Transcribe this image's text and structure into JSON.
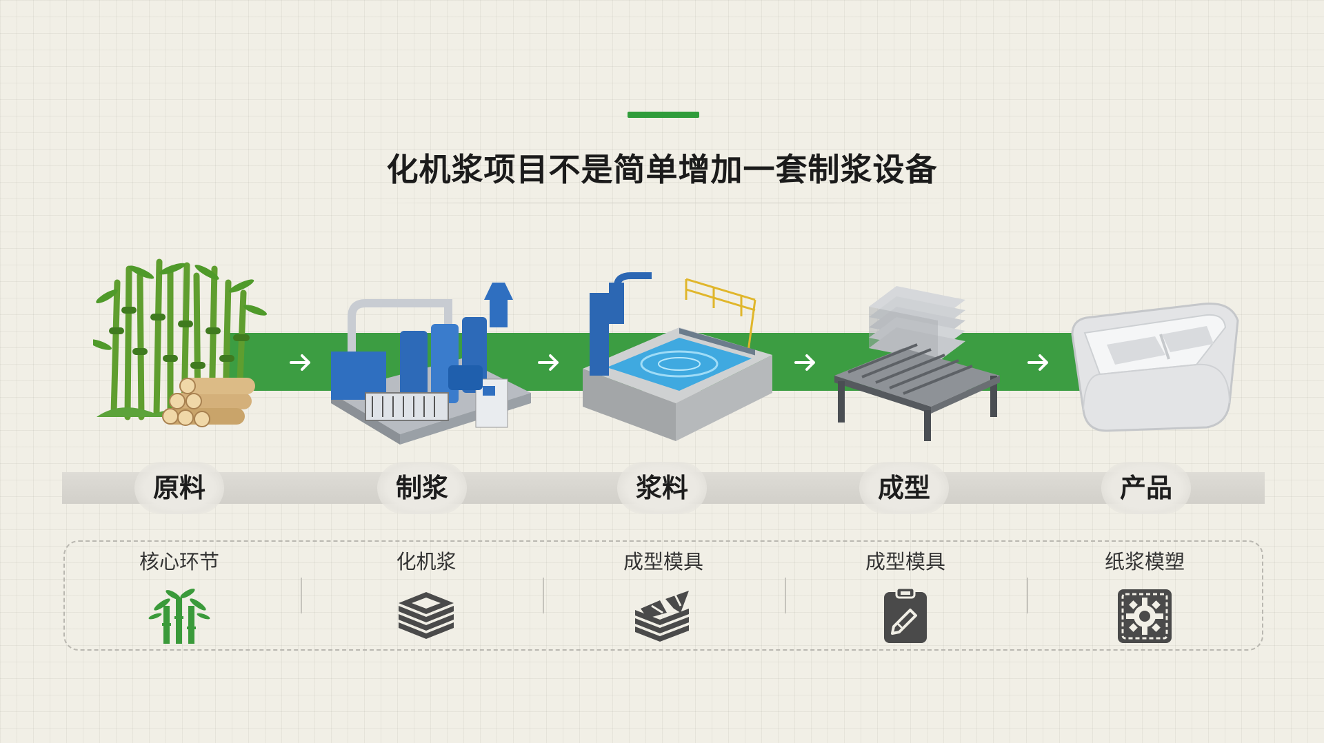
{
  "title": "化机浆项目不是简单增加一套制浆设备",
  "steps": [
    {
      "label": "原料",
      "image": "bamboo-logs"
    },
    {
      "label": "制浆",
      "image": "pulping-machine"
    },
    {
      "label": "浆料",
      "image": "pulp-pool"
    },
    {
      "label": "成型",
      "image": "forming-mold"
    },
    {
      "label": "产品",
      "image": "molded-tray"
    }
  ],
  "details": [
    {
      "text": "核心环节",
      "icon": "bamboo-icon"
    },
    {
      "text": "化机浆",
      "icon": "layers-icon"
    },
    {
      "text": "成型模具",
      "icon": "mold-layers-icon"
    },
    {
      "text": "成型模具",
      "icon": "clipboard-check-icon"
    },
    {
      "text": "纸浆模塑",
      "icon": "gear-pattern-icon"
    }
  ],
  "colors": {
    "accent": "#2f9c3a",
    "flow_band": "#3c9d42",
    "icon": "#4a4a4a",
    "bamboo_icon": "#3a9a3a"
  }
}
